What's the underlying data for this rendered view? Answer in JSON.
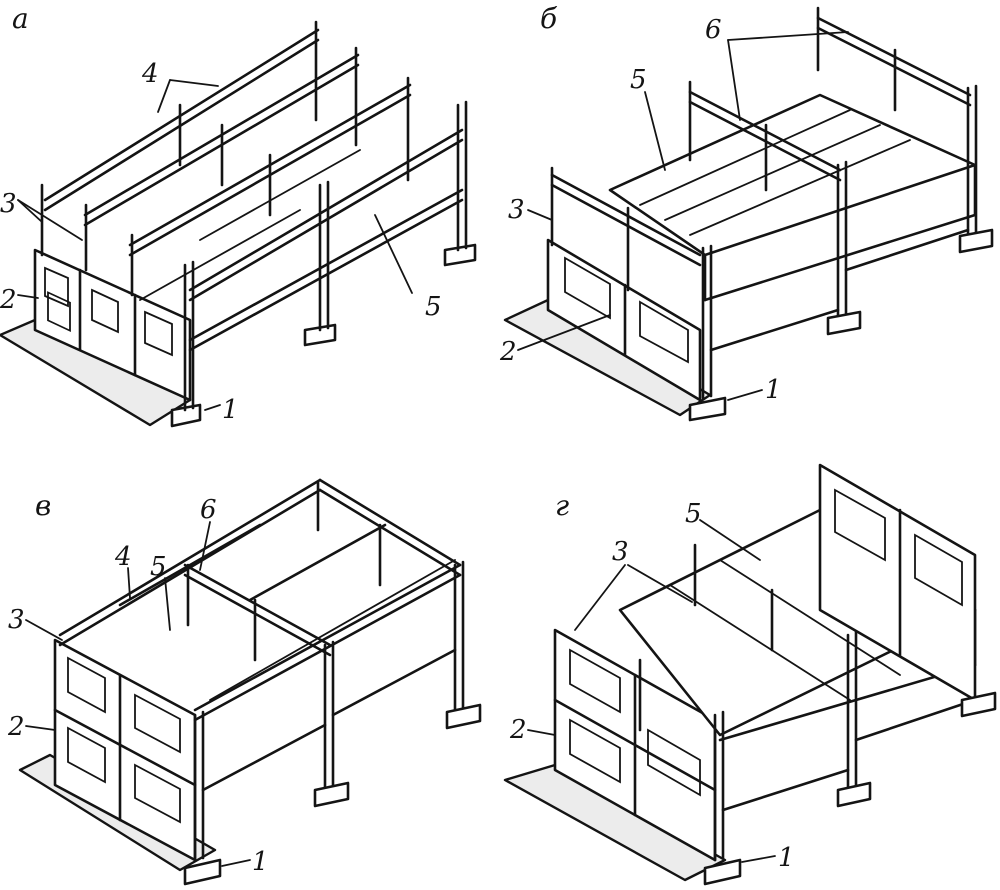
{
  "panels": [
    {
      "id": "a",
      "letter": "а",
      "callouts": [
        "1",
        "2",
        "3",
        "4",
        "5"
      ]
    },
    {
      "id": "b",
      "letter": "б",
      "callouts": [
        "1",
        "2",
        "3",
        "5",
        "6"
      ]
    },
    {
      "id": "v",
      "letter": "в",
      "callouts": [
        "1",
        "2",
        "3",
        "4",
        "5",
        "6"
      ]
    },
    {
      "id": "g",
      "letter": "г",
      "callouts": [
        "1",
        "2",
        "3",
        "5"
      ]
    }
  ],
  "colors": {
    "ink": "#141414",
    "paper": "#ffffff"
  }
}
